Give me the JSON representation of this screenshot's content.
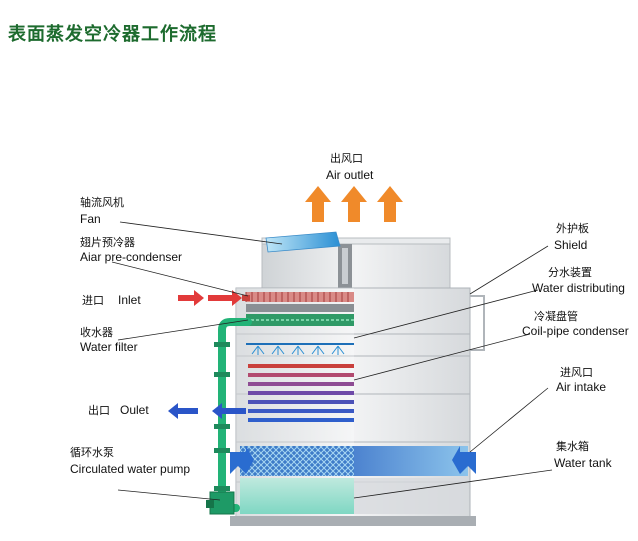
{
  "title": "表面蒸发空冷器工作流程",
  "labels": {
    "air_outlet_cn": "出风口",
    "air_outlet_en": "Air outlet",
    "fan_cn": "轴流风机",
    "fan_en": "Fan",
    "pre_condenser_cn": "翅片预冷器",
    "pre_condenser_en": "Aiar pre-condenser",
    "inlet_cn": "进口",
    "inlet_en": "Inlet",
    "water_filter_cn": "收水器",
    "water_filter_en": "Water filter",
    "outlet_cn": "出口",
    "outlet_en": "Oulet",
    "pump_cn": "循环水泵",
    "pump_en": "Circulated water pump",
    "shield_cn": "外护板",
    "shield_en": "Shield",
    "distributing_cn": "分水装置",
    "distributing_en": "Water distributing",
    "coil_cn": "冷凝盘管",
    "coil_en": "Coil-pipe condenser",
    "air_intake_cn": "进风口",
    "air_intake_en": "Air intake",
    "tank_cn": "集水箱",
    "tank_en": "Water tank"
  },
  "colors": {
    "title": "#1d6b2e",
    "pipe_green": "#22b377",
    "hot_air": "#f08a2a",
    "inlet_arrow": "#e23a3a",
    "outlet_arrow": "#2a55c8",
    "water": "#9fd9f2",
    "tank_water": "#8fe0cf",
    "casing": "#e4e6e8"
  }
}
